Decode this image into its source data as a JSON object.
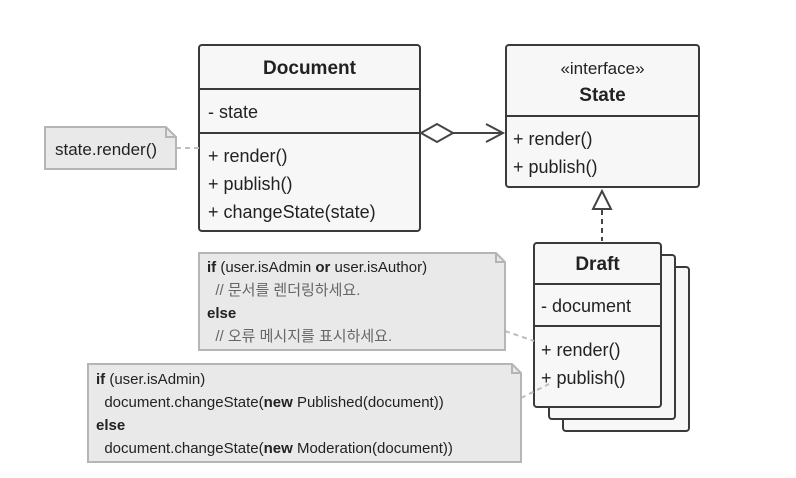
{
  "document_class": {
    "name": "Document",
    "fields": [
      "- state"
    ],
    "methods": [
      "+ render()",
      "+ publish()",
      "+ changeState(state)"
    ]
  },
  "state_interface": {
    "stereotype": "«interface»",
    "name": "State",
    "methods": [
      "+ render()",
      "+ publish()"
    ]
  },
  "draft_class": {
    "name": "Draft",
    "fields": [
      "- document"
    ],
    "methods": [
      "+ render()",
      "+ publish()"
    ]
  },
  "note_document": {
    "text": "state.render()"
  },
  "note_draft_render": {
    "line1_kw": "if",
    "line1_a": " (user.isAdmin ",
    "line1_kw2": "or",
    "line1_b": " user.isAuthor)",
    "line2": "  // 문서를 렌더링하세요.",
    "line3_kw": "else",
    "line4": "  // 오류 메시지를 표시하세요."
  },
  "note_draft_publish": {
    "line1_kw": "if",
    "line1_a": " (user.isAdmin)",
    "line2_a": "  document.changeState(",
    "line2_kw": "new",
    "line2_b": " Published(document))",
    "line3_kw": "else",
    "line4_a": "  document.changeState(",
    "line4_kw": "new",
    "line4_b": " Moderation(document))"
  },
  "colors": {
    "class_fill": "#f7f7f7",
    "class_stroke": "#3a3a3a",
    "note_fill": "#e9e9e9",
    "note_stroke": "#b5b5b5",
    "connector": "#444444",
    "note_link": "#bdbdbd"
  }
}
